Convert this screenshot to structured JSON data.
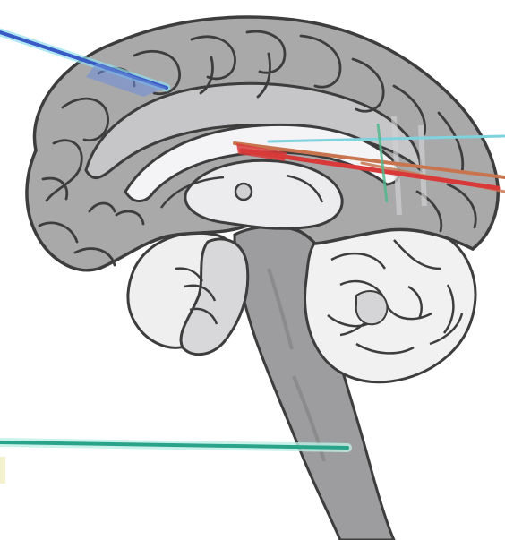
{
  "diagram": {
    "colors": {
      "background": "#ffffff",
      "brain_fill": "#a9a9aa",
      "brain_light": "#c6c6c8",
      "outline": "#3d3d3d",
      "white_matter": "#f4f4f6",
      "cerebellum_fill": "#f1f1f1",
      "brainstem_fill": "#9d9d9f",
      "pointer_blue_light": "#8fdff0",
      "pointer_blue_dark": "#3a5bc4",
      "pointer_orange": "#c8754f",
      "pointer_red": "#d83a3a",
      "pointer_teal": "#2aa38b",
      "pointer_cyan": "#7fd3df"
    },
    "pointers": [
      {
        "name": "pointer-blue",
        "color": "#3a5bc4"
      },
      {
        "name": "pointer-orange",
        "color": "#c8754f"
      },
      {
        "name": "pointer-red",
        "color": "#d83a3a"
      },
      {
        "name": "pointer-teal",
        "color": "#2aa38b"
      },
      {
        "name": "pointer-cyan",
        "color": "#7fd3df"
      }
    ]
  }
}
